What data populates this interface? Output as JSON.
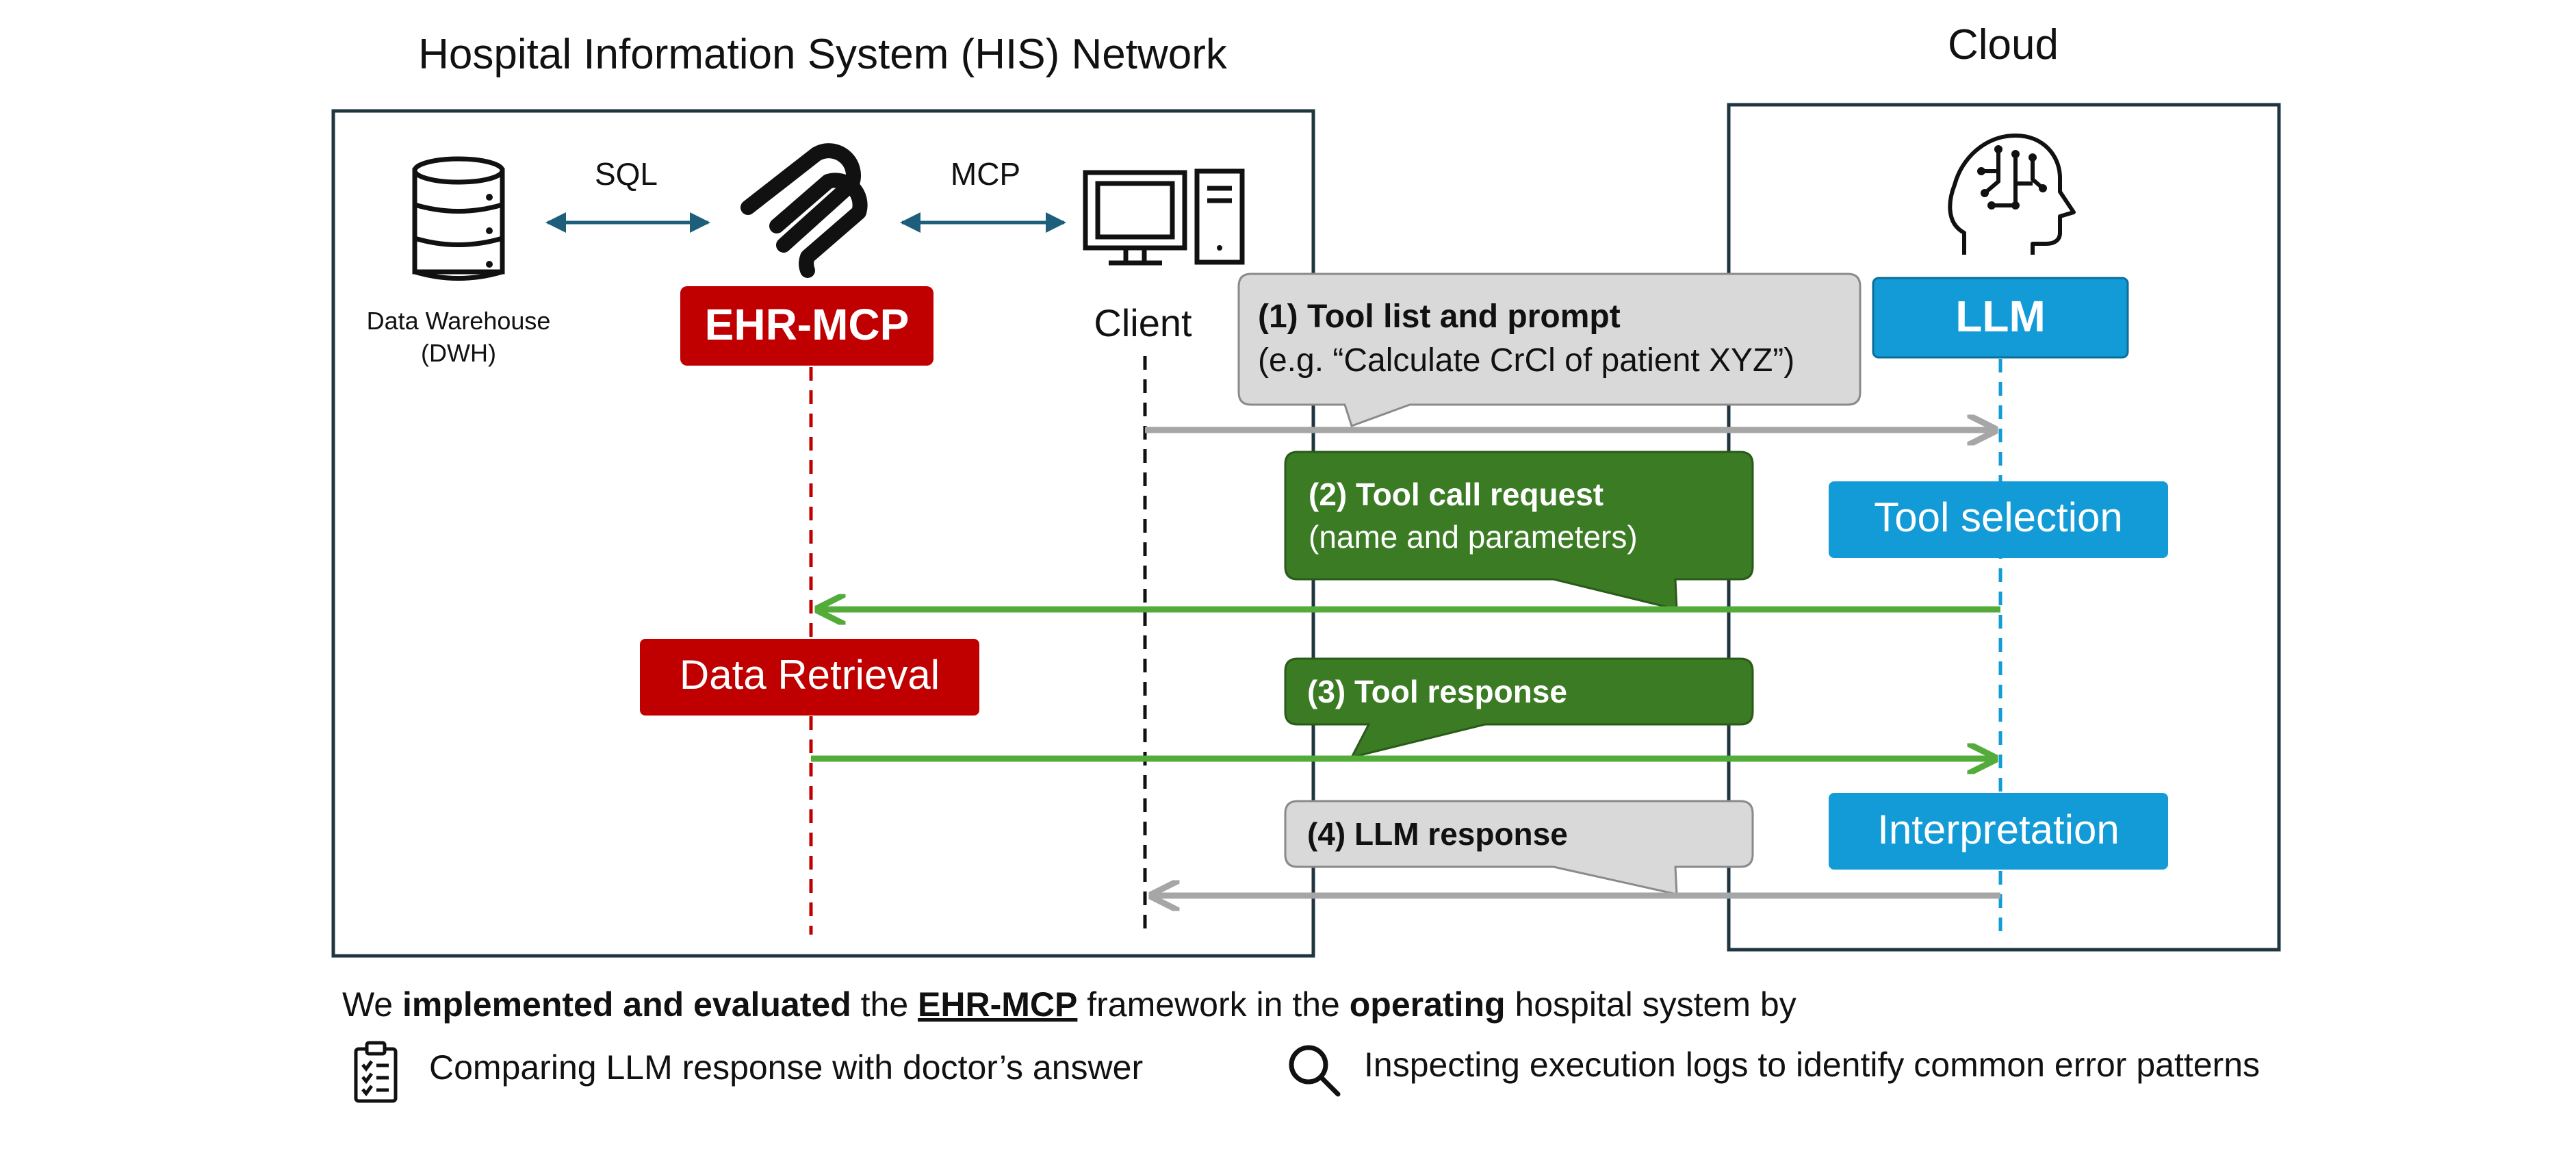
{
  "his": {
    "title": "Hospital Information System (HIS) Network"
  },
  "cloud": {
    "title": "Cloud"
  },
  "dwh": {
    "label_line1": "Data Warehouse",
    "label_line2": "(DWH)"
  },
  "edges": {
    "sql": "SQL",
    "mcp": "MCP"
  },
  "ehr_mcp": {
    "label": "EHR-MCP"
  },
  "client": {
    "label": "Client"
  },
  "llm": {
    "label": "LLM"
  },
  "steps": {
    "step1_title": "(1) Tool list and prompt",
    "step1_sub": "(e.g. “Calculate CrCl of patient XYZ”)",
    "step2_title": "(2) Tool call request",
    "step2_sub": "(name and parameters)",
    "step3_title": "(3) Tool response",
    "step4_title": "(4) LLM response"
  },
  "activities": {
    "tool_selection": "Tool selection",
    "data_retrieval": "Data Retrieval",
    "interpretation": "Interpretation"
  },
  "summary": {
    "we": "We ",
    "implemented": "implemented and evaluated",
    "the": " the ",
    "ehrmcp": "EHR-MCP",
    "framework": " framework in the ",
    "operating": "operating",
    "rest": " hospital system by"
  },
  "evaluations": {
    "compare": "Comparing LLM response with doctor’s answer",
    "inspect": "Inspecting execution logs to identify common error patterns"
  },
  "colors": {
    "frame": "#1f3640",
    "red": "#c00000",
    "green": "#3b7b24",
    "green_arrow": "#53ab39",
    "blue": "#129bd6",
    "gray_bubble": "#d9d9d9",
    "gray_arrow": "#a6a6a6",
    "teal_arrow": "#1d5f7a"
  }
}
